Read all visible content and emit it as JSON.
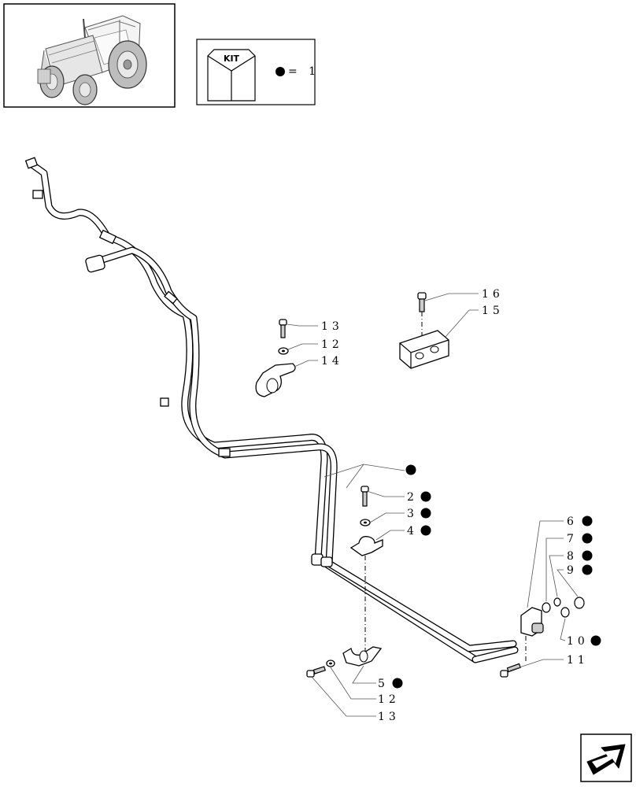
{
  "kit_box": {
    "badge": "KIT",
    "legend_value": "= 1"
  },
  "nav_icon": "next-page-arrow-icon",
  "callouts": [
    {
      "id": "c16a",
      "text": "16",
      "marked": false
    },
    {
      "id": "c15",
      "text": "15",
      "marked": false
    },
    {
      "id": "c13a",
      "text": "13",
      "marked": false
    },
    {
      "id": "c12a",
      "text": "12",
      "marked": false
    },
    {
      "id": "c14",
      "text": "14",
      "marked": false
    },
    {
      "id": "c1",
      "text": "",
      "marked": true
    },
    {
      "id": "c2",
      "text": "2",
      "marked": true
    },
    {
      "id": "c3",
      "text": "3",
      "marked": true
    },
    {
      "id": "c4",
      "text": "4",
      "marked": true
    },
    {
      "id": "c6",
      "text": "6",
      "marked": true
    },
    {
      "id": "c7",
      "text": "7",
      "marked": true
    },
    {
      "id": "c8",
      "text": "8",
      "marked": true
    },
    {
      "id": "c9",
      "text": "9",
      "marked": true
    },
    {
      "id": "c10",
      "text": "10",
      "marked": true
    },
    {
      "id": "c11",
      "text": "11",
      "marked": false
    },
    {
      "id": "c5",
      "text": "5",
      "marked": true
    },
    {
      "id": "c12b",
      "text": "12",
      "marked": false
    },
    {
      "id": "c13b",
      "text": "13",
      "marked": false
    }
  ]
}
